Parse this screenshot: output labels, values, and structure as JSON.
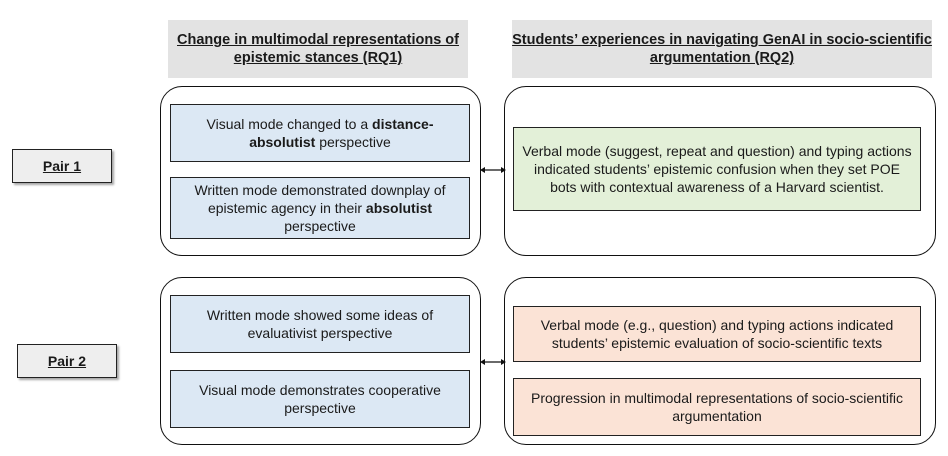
{
  "headers": {
    "rq1": "Change in multimodal representations of epistemic stances (RQ1)",
    "rq2": "Students’ experiences in navigating GenAI in socio-scientific argumentation (RQ2)"
  },
  "pairs": [
    {
      "label": "Pair 1"
    },
    {
      "label": "Pair 2"
    }
  ],
  "pair1": {
    "left": {
      "box1": {
        "pre": "Visual mode changed to a ",
        "bold": "distance-absolutist",
        "post": " perspective"
      },
      "box2": {
        "pre": "Written mode demonstrated downplay of epistemic agency in their ",
        "bold": "absolutist",
        "post": " perspective"
      }
    },
    "right": {
      "box1": "Verbal mode (suggest, repeat and question) and typing actions indicated students’ epistemic confusion when they set POE bots with contextual awareness of a Harvard scientist."
    }
  },
  "pair2": {
    "left": {
      "box1": "Written mode showed some ideas of evaluativist perspective",
      "box2": "Visual mode demonstrates cooperative perspective"
    },
    "right": {
      "box1": "Verbal mode (e.g., question) and typing actions indicated students’ epistemic evaluation of socio-scientific texts",
      "box2": "Progression in multimodal representations of socio-scientific argumentation"
    }
  },
  "colors": {
    "header_bg": "#e3e3e3",
    "blue_box": "#dce8f4",
    "green_box": "#e3f0d8",
    "orange_box": "#fbe3d6"
  }
}
